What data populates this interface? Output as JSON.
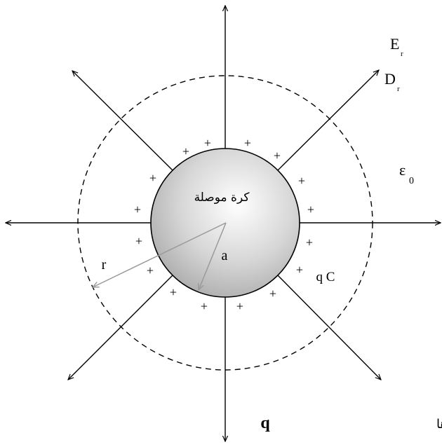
{
  "labels": {
    "field_e": "E",
    "field_e_sub": "r",
    "field_d": "D",
    "field_d_sub": "r",
    "permittivity": "ε",
    "permittivity_sub": "0",
    "sphere_name": "كرة موصلة",
    "inner_radius": "a",
    "outer_radius": "r",
    "surface_charge": "q C",
    "caption_text": "تحمل شحنة مقدارها",
    "caption_symbol": "q"
  },
  "charge_sign": "+",
  "colors": {
    "field_lines": "#000000",
    "radius_arrows": "#9a9a9a",
    "sphere_edge": "#000000",
    "sphere_fill_light": "#ffffff",
    "sphere_fill_dark": "#a8a8a8"
  }
}
